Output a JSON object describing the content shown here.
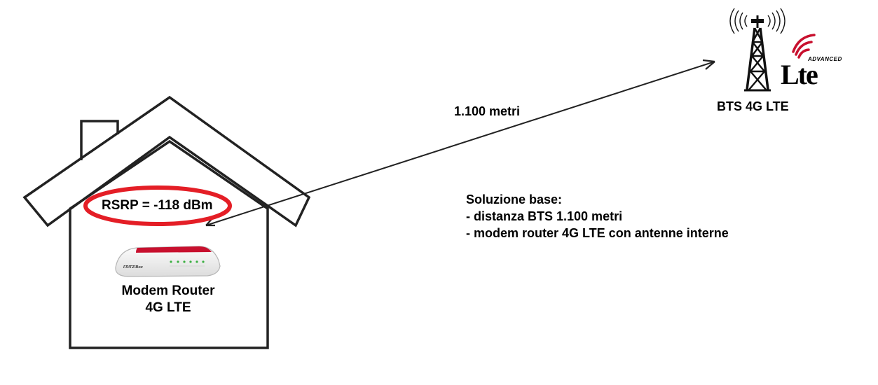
{
  "diagram": {
    "distance_label": "1.100 metri",
    "bts_label": "BTS 4G LTE",
    "rsrp_label": "RSRP = -118 dBm",
    "router_label_line1": "Modem Router",
    "router_label_line2": "4G LTE",
    "solution_title": "Soluzione base:",
    "solution_items": [
      "- distanza BTS 1.100 metri",
      "- modem router 4G LTE con antenne interne"
    ],
    "lte_logo": {
      "main": "Lte",
      "sub": "ADVANCED"
    },
    "router_device_brand": "FRITZ!Box"
  },
  "colors": {
    "highlight_ellipse": "#e41e26",
    "logo_accent": "#c8102e",
    "lines": "#222222",
    "router_stripe": "#c8102e",
    "router_leds": "#3cb043"
  }
}
